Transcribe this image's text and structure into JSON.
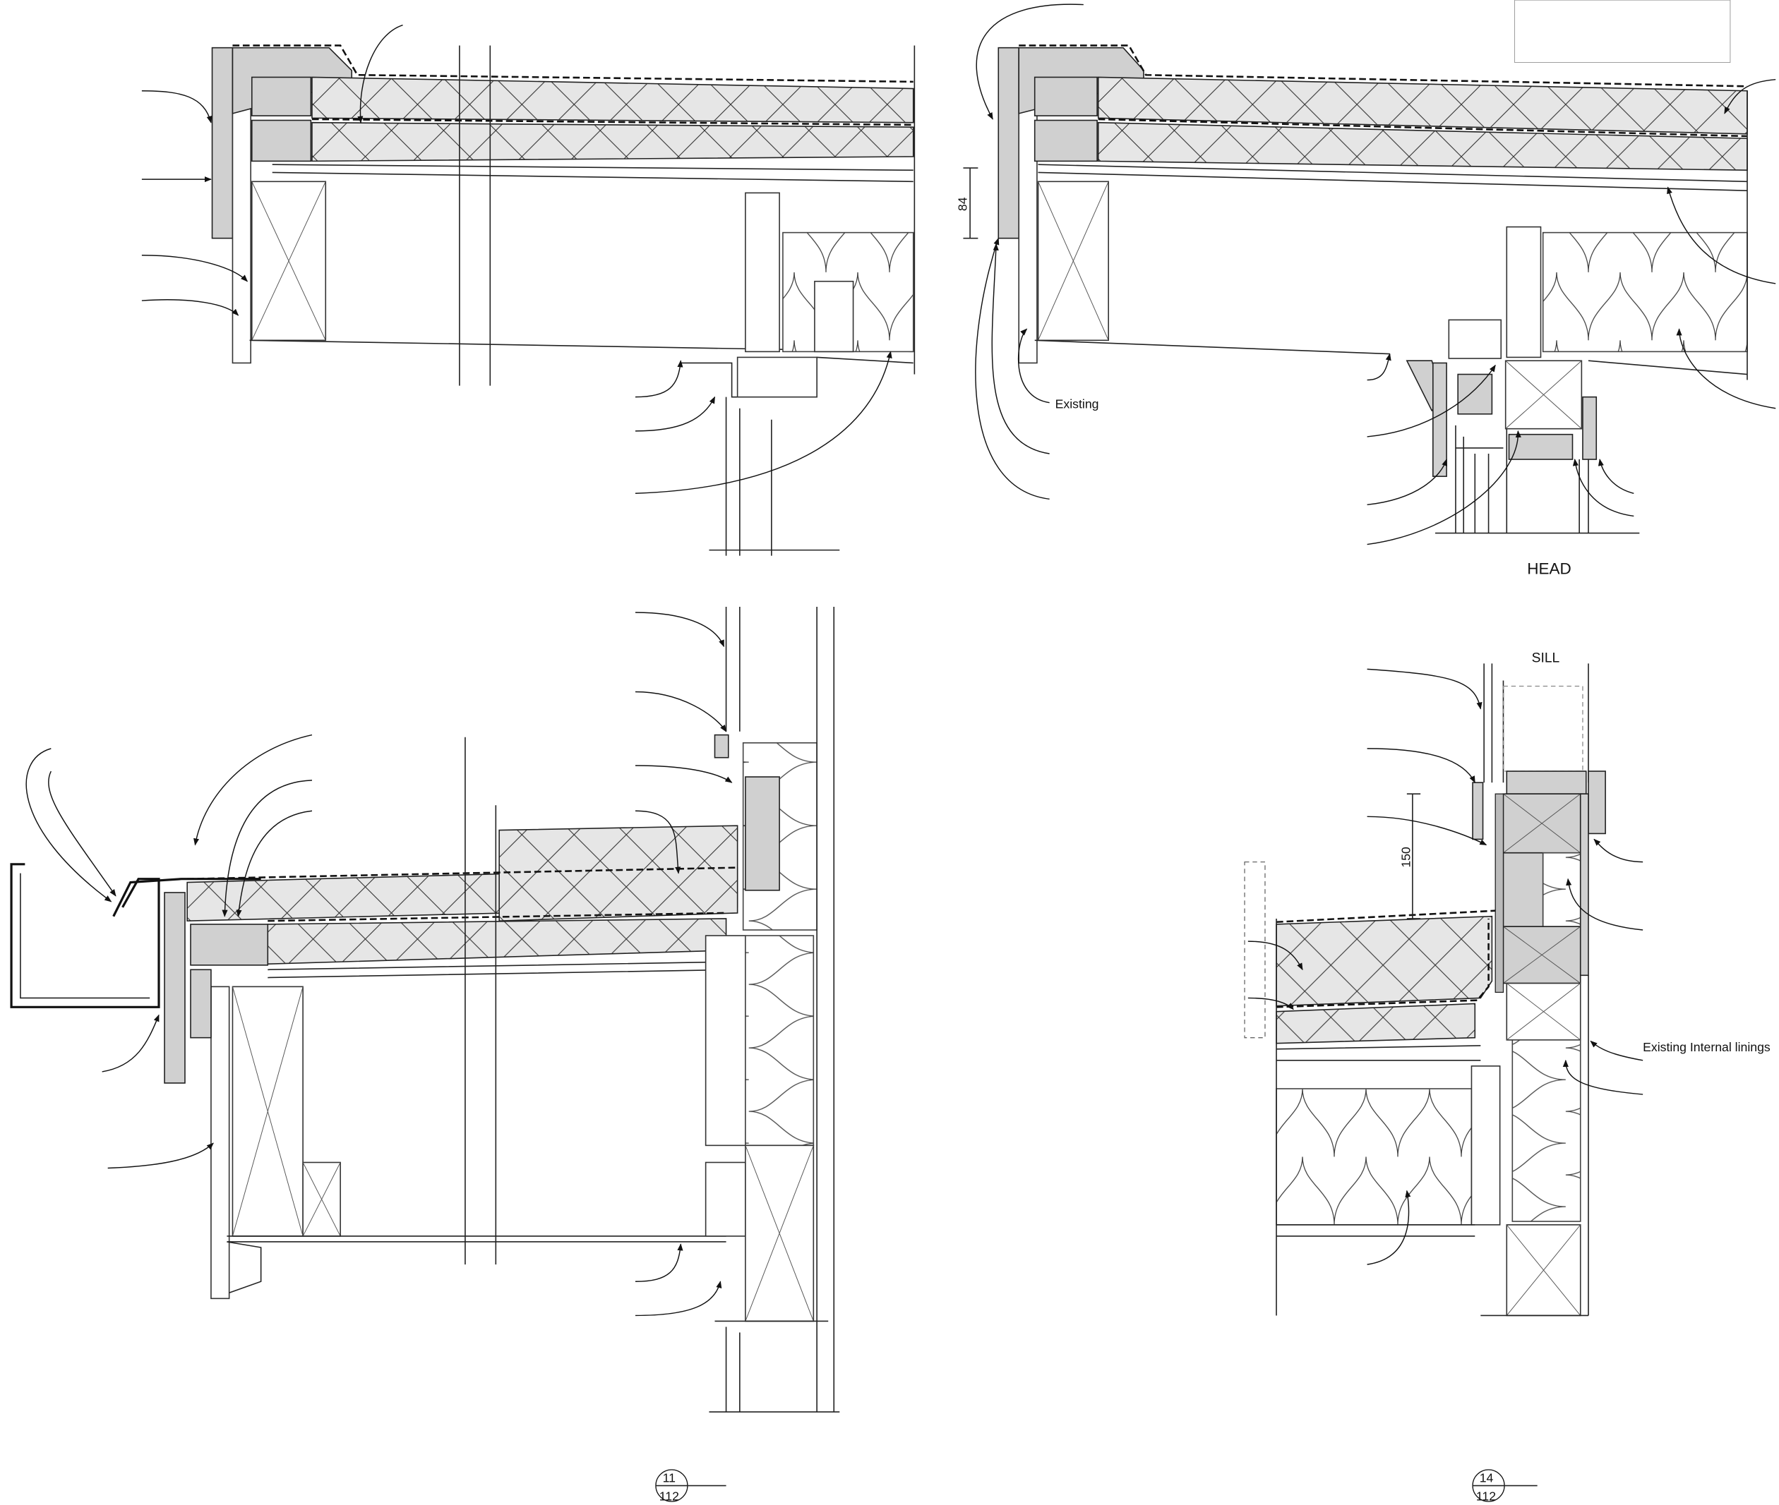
{
  "title": "Roof and window junction construction details",
  "details": [
    {
      "id": "detail-top-left"
    },
    {
      "id": "detail-top-right",
      "dimension": "84",
      "section_label": "HEAD",
      "label_existing": "Existing"
    },
    {
      "id": "detail-bottom-left",
      "callout_number": "11",
      "callout_sheet": "112"
    },
    {
      "id": "detail-bottom-right",
      "dimension": "150",
      "section_label": "SILL",
      "label_internal_linings": "Existing Internal linings",
      "callout_number": "14",
      "callout_sheet": "112"
    }
  ],
  "colors": {
    "line": "#222222",
    "fill_grey": "#d0d0d0",
    "insulation_fill": "#e6e6e6"
  }
}
